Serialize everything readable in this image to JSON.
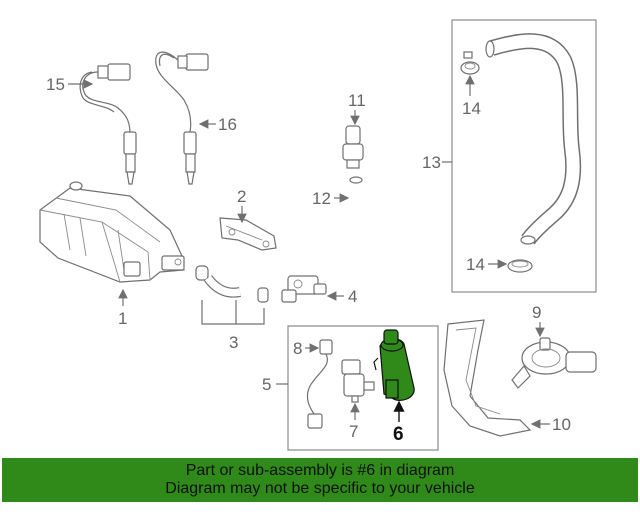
{
  "callouts": {
    "p1": "1",
    "p2": "2",
    "p3": "3",
    "p4": "4",
    "p5": "5",
    "p6": "6",
    "p7": "7",
    "p8": "8",
    "p9": "9",
    "p10": "10",
    "p11": "11",
    "p12": "12",
    "p13": "13",
    "p14a": "14",
    "p14b": "14",
    "p15": "15",
    "p16": "16"
  },
  "colors": {
    "highlight_part": "#2f8a1a",
    "banner_bg": "#2f8a1a",
    "line_art": "#707070"
  },
  "banner": {
    "line1": "Part or sub-assembly is #6 in diagram",
    "line2": "Diagram may not be specific to your vehicle"
  }
}
